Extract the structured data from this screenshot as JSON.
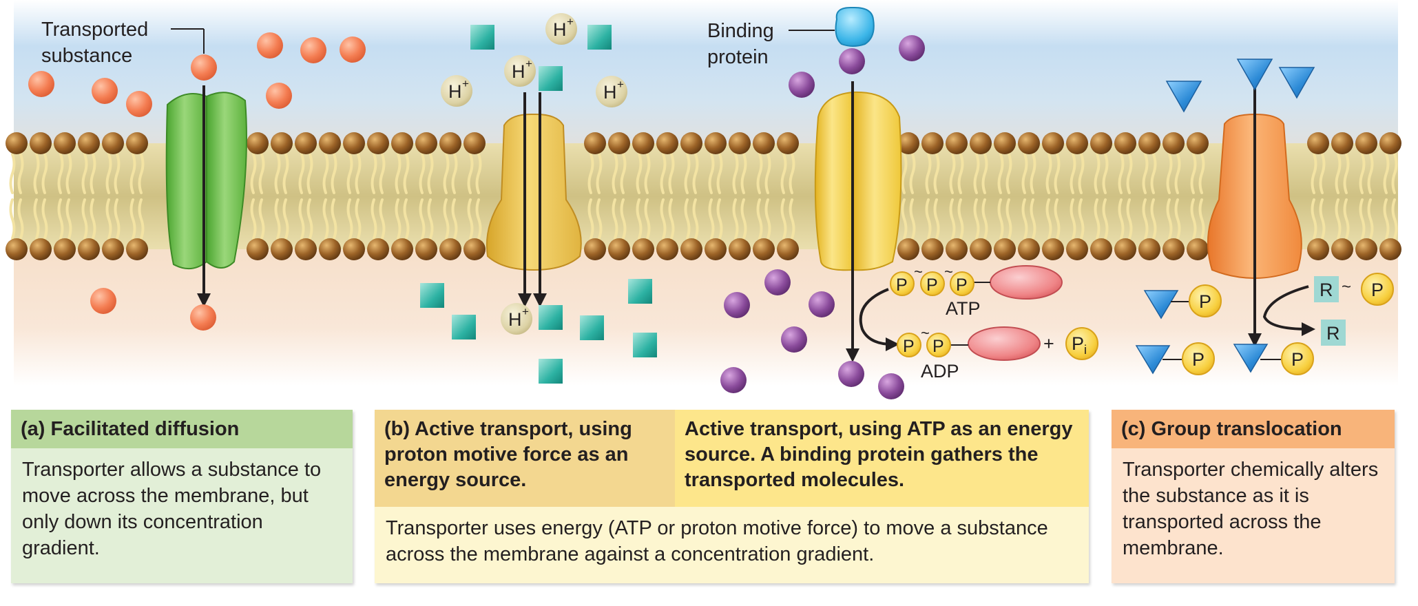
{
  "labels": {
    "transported_substance_1": "Transported",
    "transported_substance_2": "substance",
    "binding_protein_1": "Binding",
    "binding_protein_2": "protein",
    "proton": "H",
    "proton_charge": "+",
    "phosphate": "P",
    "atp": "ATP",
    "adp": "ADP",
    "plus": "+",
    "pi_main": "P",
    "pi_sub": "i",
    "r_group": "R",
    "bond": "~"
  },
  "panels": {
    "a": {
      "title": "(a) Facilitated diffusion",
      "body": "Transporter allows a substance to move across the membrane, but only down its concentration gradient."
    },
    "b": {
      "title_left": "(b) Active transport, using proton motive force as an energy source.",
      "title_right": "Active transport, using ATP as an energy source. A binding protein gathers the transported molecules.",
      "body": "Transporter uses energy (ATP or proton motive force) to move a substance across the membrane against a concentration gradient."
    },
    "c": {
      "title": "(c) Group translocation",
      "body": "Transporter chemically alters the substance as it is transported across the membrane."
    }
  },
  "colors": {
    "exterior": "#c5dcef",
    "interior": "#f6dcc6",
    "membrane_core": "#d9c890",
    "lipid_head": "#8b5a22",
    "transporter_a": "#7fcb5b",
    "transporter_b": "#f2c85a",
    "transporter_atp": "#f7d44c",
    "transporter_c": "#f59a45",
    "substance_a": "#f5855b",
    "substance_b": "#2fb3a5",
    "substance_atp": "#8a4a9b",
    "substance_c": "#2b8bd6",
    "phosphate": "#f7cf3e",
    "binding_protein": "#39b4e8"
  }
}
